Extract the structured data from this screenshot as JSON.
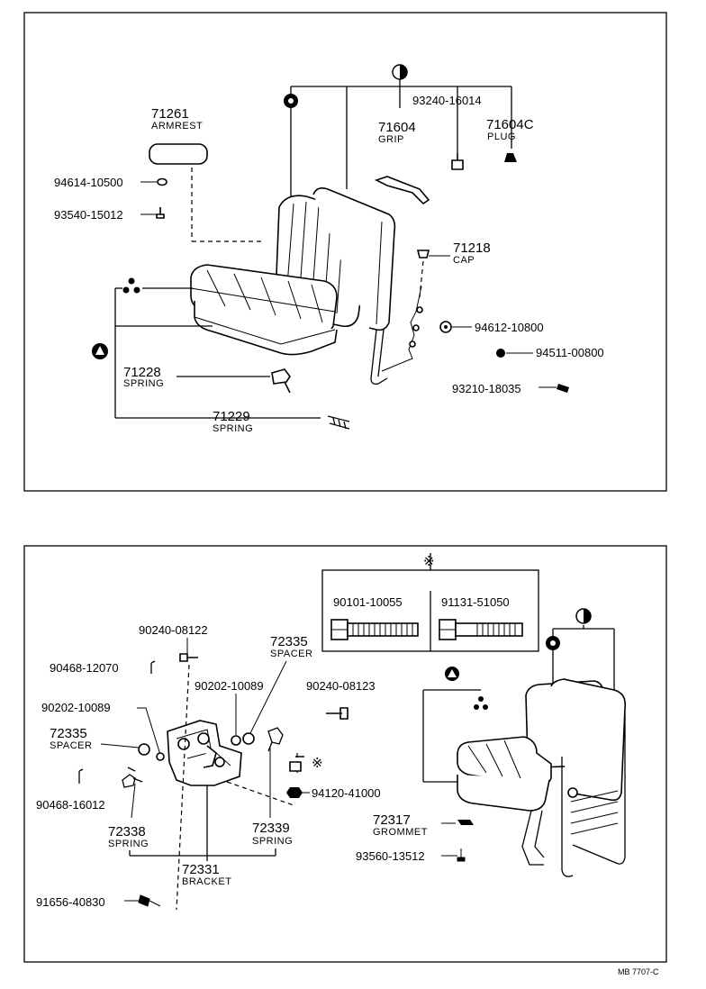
{
  "top": {
    "armrest": {
      "num": "71261",
      "name": "ARMREST"
    },
    "grip": {
      "num": "71604",
      "name": "GRIP"
    },
    "screw_a": {
      "num": "93240-16014"
    },
    "plug": {
      "num": "71604C",
      "name": "PLUG"
    },
    "bolt_a": {
      "num": "94614-10500"
    },
    "screw_b": {
      "num": "93540-15012"
    },
    "cap": {
      "num": "71218",
      "name": "CAP"
    },
    "nut_a": {
      "num": "94612-10800"
    },
    "nut_b": {
      "num": "94511-00800"
    },
    "screw_c": {
      "num": "93210-18035"
    },
    "spring_a": {
      "num": "71228",
      "name": "SPRING"
    },
    "spring_b": {
      "num": "71229",
      "name": "SPRING"
    }
  },
  "bottom": {
    "table": {
      "col1": "90101-10055",
      "col2": "91131-51050"
    },
    "bolt_1": {
      "num": "90240-08122"
    },
    "pin_1": {
      "num": "90468-12070"
    },
    "spacer_top": {
      "num": "72335",
      "name": "SPACER"
    },
    "washer_1": {
      "num": "90202-10089"
    },
    "washer_2": {
      "num": "90202-10089"
    },
    "bolt_2": {
      "num": "90240-08123"
    },
    "spacer_left": {
      "num": "72335",
      "name": "SPACER"
    },
    "pin_2": {
      "num": "90468-16012"
    },
    "nut_1": {
      "num": "94120-41000"
    },
    "spring_1": {
      "num": "72338",
      "name": "SPRING"
    },
    "spring_2": {
      "num": "72339",
      "name": "SPRING"
    },
    "bracket": {
      "num": "72331",
      "name": "BRACKET"
    },
    "grommet": {
      "num": "72317",
      "name": "GROMMET"
    },
    "screw_1": {
      "num": "93560-13512"
    },
    "bolt_3": {
      "num": "91656-40830"
    }
  },
  "footer_code": "MB 7707-C"
}
